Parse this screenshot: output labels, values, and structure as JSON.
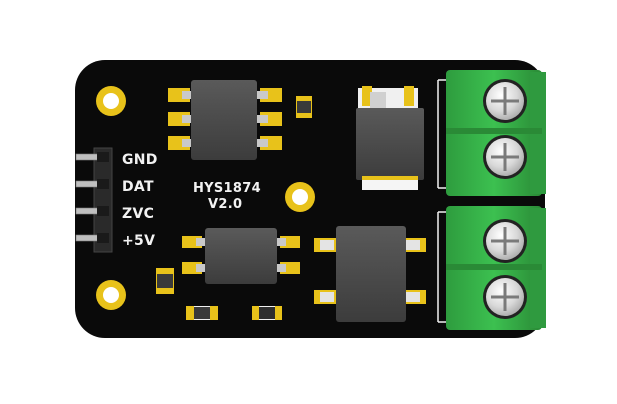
{
  "board": {
    "name": "HYS1874",
    "version": "V2.0",
    "pin_labels": [
      "GND",
      "DAT",
      "ZVC",
      "+5V"
    ]
  },
  "colors": {
    "pcb": "#0a0a0a",
    "pad_gold": "#e8c21a",
    "chip": "#4a4a4a",
    "terminal_green": "#38b54a",
    "screw_silver": "#d8d8d8",
    "silkscreen": "#f2f2f2"
  }
}
